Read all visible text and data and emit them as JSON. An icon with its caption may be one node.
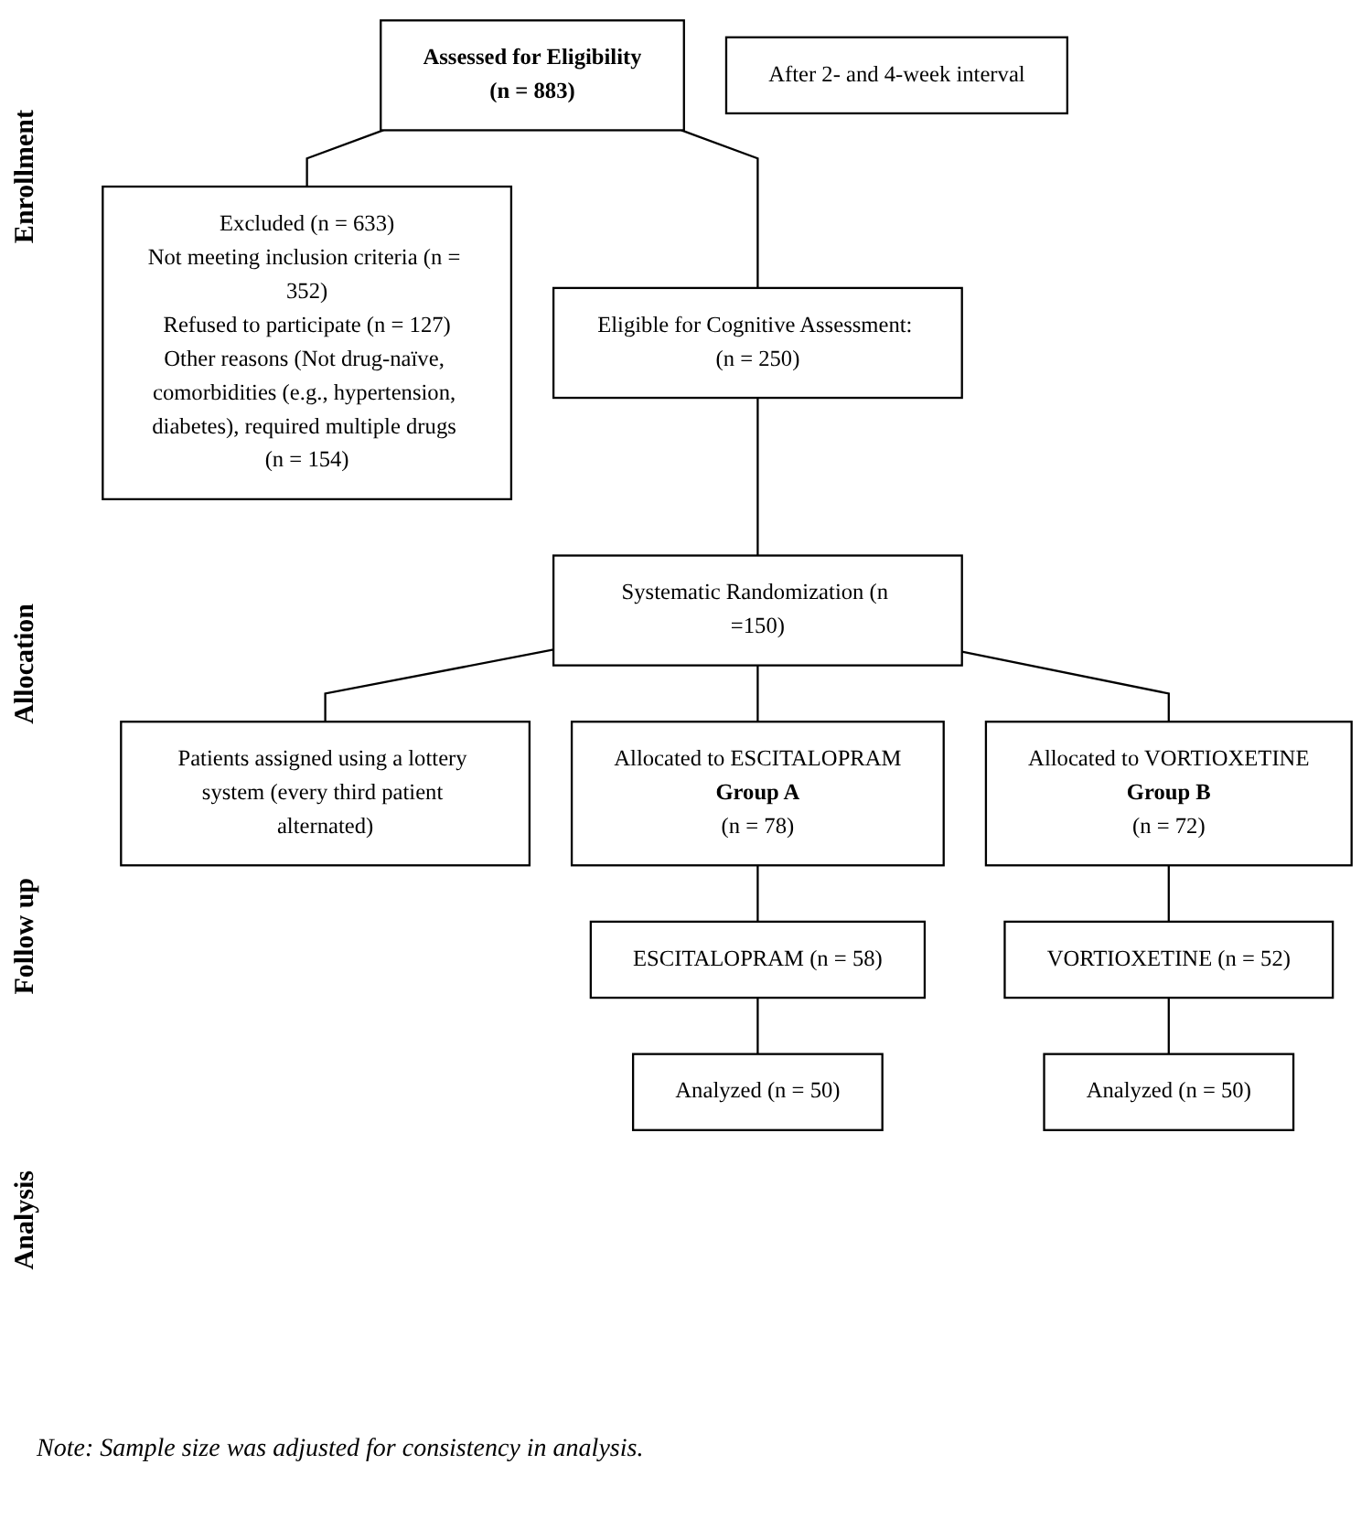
{
  "diagram": {
    "caption": "Note: Sample size was adjusted for consistency in analysis.",
    "nodes": [
      {
        "text": [
          "Assessed for Eligibility",
          "(n = 883)"
        ]
      },
      {
        "text": [
          "Excluded (n = 633)",
          "Not meeting inclusion criteria (n = 352)",
          "Refused to participate (n = 127)",
          "Other reasons (Not drug-naïve, comorbidities (e.g., hypertension, diabetes), required multiple drugs (n = 154)"
        ]
      },
      {
        "text": [
          "Eligible for Cognitive Assessment: (n = 250)"
        ]
      },
      {
        "text": [
          "Systematic Randomization (n =150)"
        ]
      },
      {
        "text": [
          "Patients assigned using a lottery system (every third patient alternated)"
        ]
      },
      {
        "text": [
          "Allocated to ESCITALOPRAM",
          "Group A",
          "(n = 78)"
        ]
      },
      {
        "text": [
          "Allocated to VORTIOXETINE",
          "Group B",
          "(n = 72)"
        ]
      },
      {
        "text": [
          "ESCITALOPRAM (n = 58)"
        ]
      },
      {
        "text": [
          "VORTIOXETINE (n = 52)"
        ]
      },
      {
        "text": [
          "After 2- and 4-week interval"
        ]
      },
      {
        "text": [
          "Analyzed (n = 50)"
        ]
      },
      {
        "text": [
          "Analyzed (n = 50)"
        ]
      }
    ],
    "edges": [
      {
        "from": 0,
        "to": 2,
        "arrow": "none"
      },
      {
        "from": 0,
        "to": 1,
        "arrow": "none"
      },
      {
        "from": 2,
        "to": 3,
        "arrow": "none"
      },
      {
        "from": 3,
        "to": 4,
        "arrow": "none"
      },
      {
        "from": 3,
        "to": 5,
        "arrow": "none"
      },
      {
        "from": 3,
        "to": 6,
        "arrow": "none"
      },
      {
        "from": 5,
        "to": 7,
        "arrow": "none"
      },
      {
        "from": 6,
        "to": 8,
        "arrow": "none"
      },
      {
        "from": 7,
        "to": 10,
        "arrow": "none"
      },
      {
        "from": 8,
        "to": 11,
        "arrow": "none"
      }
    ],
    "labels": [
      "Enrollment",
      "Allocation",
      "Follow up",
      "Analysis"
    ]
  }
}
